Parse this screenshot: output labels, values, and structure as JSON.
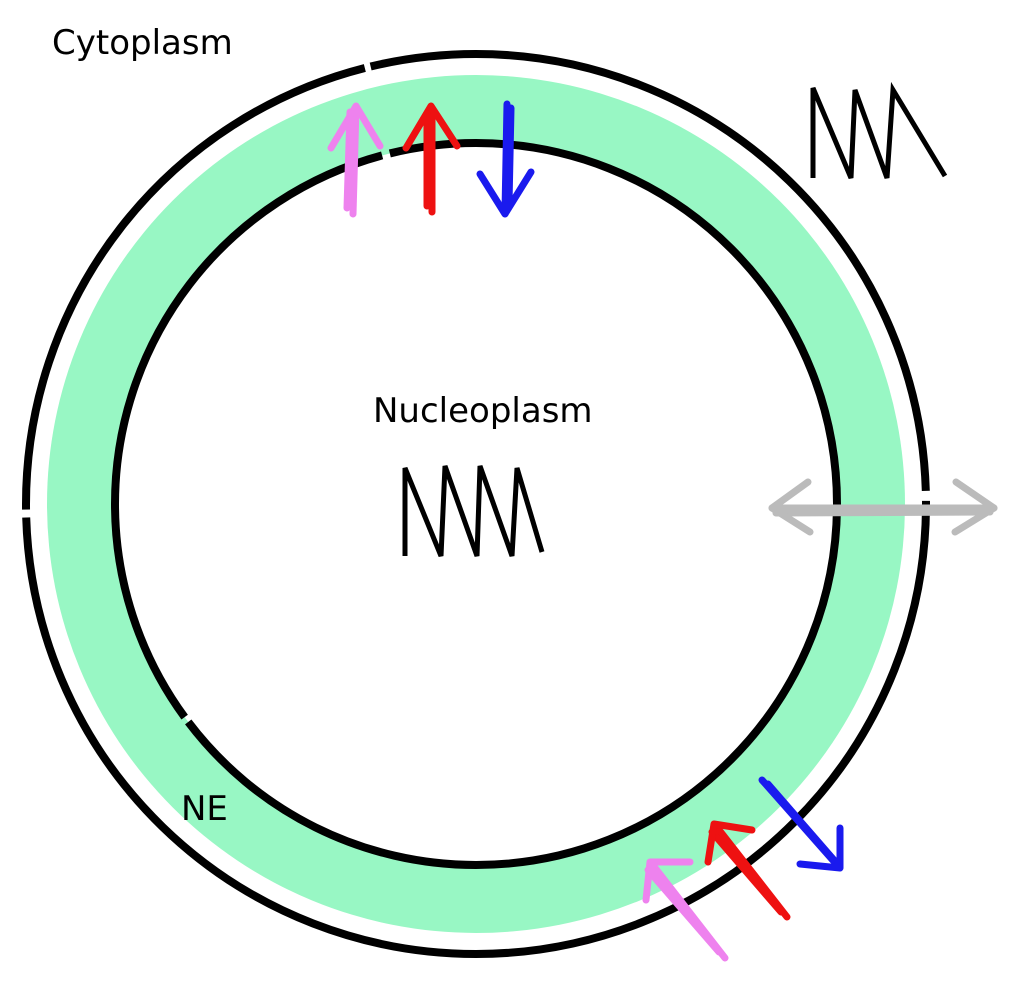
{
  "labels": {
    "cytoplasm": "Cytoplasm",
    "nucleoplasm": "Nucleoplasm",
    "ne": "NE"
  },
  "colors": {
    "envelope_fill": "#98f7c4",
    "membrane": "#000000",
    "arrow_pink": "#ee82ee",
    "arrow_red": "#ee1111",
    "arrow_blue": "#1a1aee",
    "arrow_gray": "#bbbbbb"
  },
  "icons": [
    "membrane-potential-zigzag-icon",
    "pink-import-arrow-icon",
    "red-import-arrow-icon",
    "blue-export-arrow-icon",
    "gray-bidirectional-arrow-icon"
  ]
}
